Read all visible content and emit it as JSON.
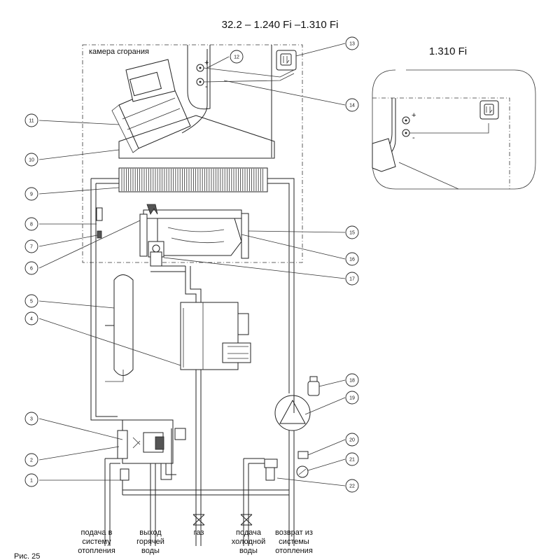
{
  "title": "32.2 – 1.240 Fi –1.310 Fi",
  "inset_title": "1.310 Fi",
  "chamber_label": "камера сгорания",
  "plus_sign": "+",
  "minus_sign": "-",
  "callouts": [
    "1",
    "2",
    "3",
    "4",
    "5",
    "6",
    "7",
    "8",
    "9",
    "10",
    "11",
    "12",
    "13",
    "14",
    "15",
    "16",
    "17",
    "18",
    "19",
    "20",
    "21",
    "22"
  ],
  "bottom_labels": {
    "heating_supply": [
      "подача в",
      "системy",
      "отопления"
    ],
    "hot_water_out": [
      "выход",
      "горячей",
      "воды"
    ],
    "gas": "газ",
    "cold_water_in": [
      "подача",
      "холодной",
      "воды"
    ],
    "heating_return": [
      "возврат из",
      "системы",
      "отопления"
    ]
  },
  "figure_label": "Рис. 25"
}
